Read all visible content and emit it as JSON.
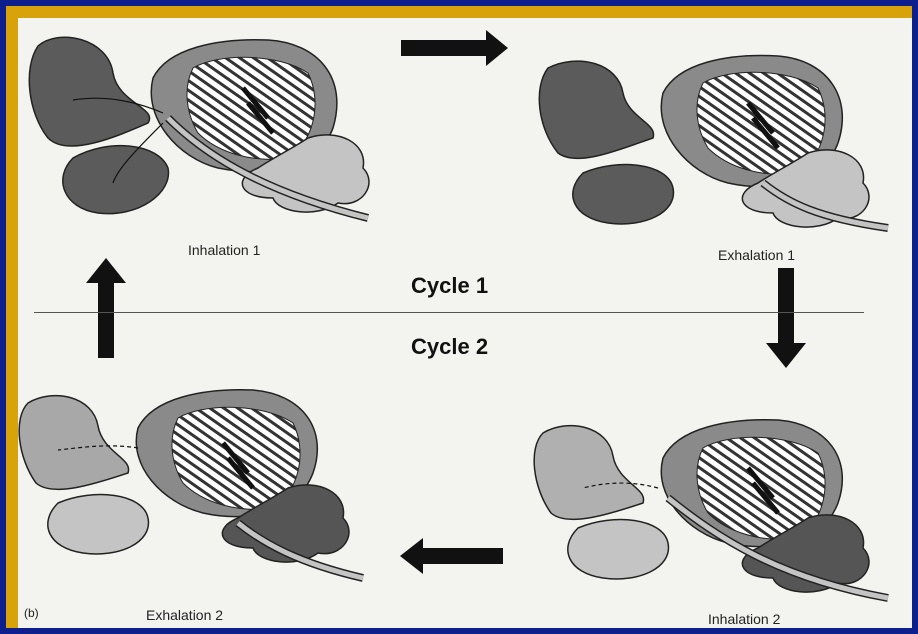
{
  "labels": {
    "inhalation_1": "Inhalation 1",
    "exhalation_1": "Exhalation 1",
    "exhalation_2": "Exhalation 2",
    "inhalation_2": "Inhalation 2",
    "cycle_1": "Cycle 1",
    "cycle_2": "Cycle 2",
    "panel_letter": "(b)"
  },
  "colors": {
    "border_outer": "#0d1f8c",
    "border_gold": "#d8a20a",
    "background": "#f3f3ef",
    "sac_dark": "#5b5b5b",
    "sac_light": "#c4c4c4",
    "lung": "#8a8a8a",
    "arrow": "#111111"
  }
}
